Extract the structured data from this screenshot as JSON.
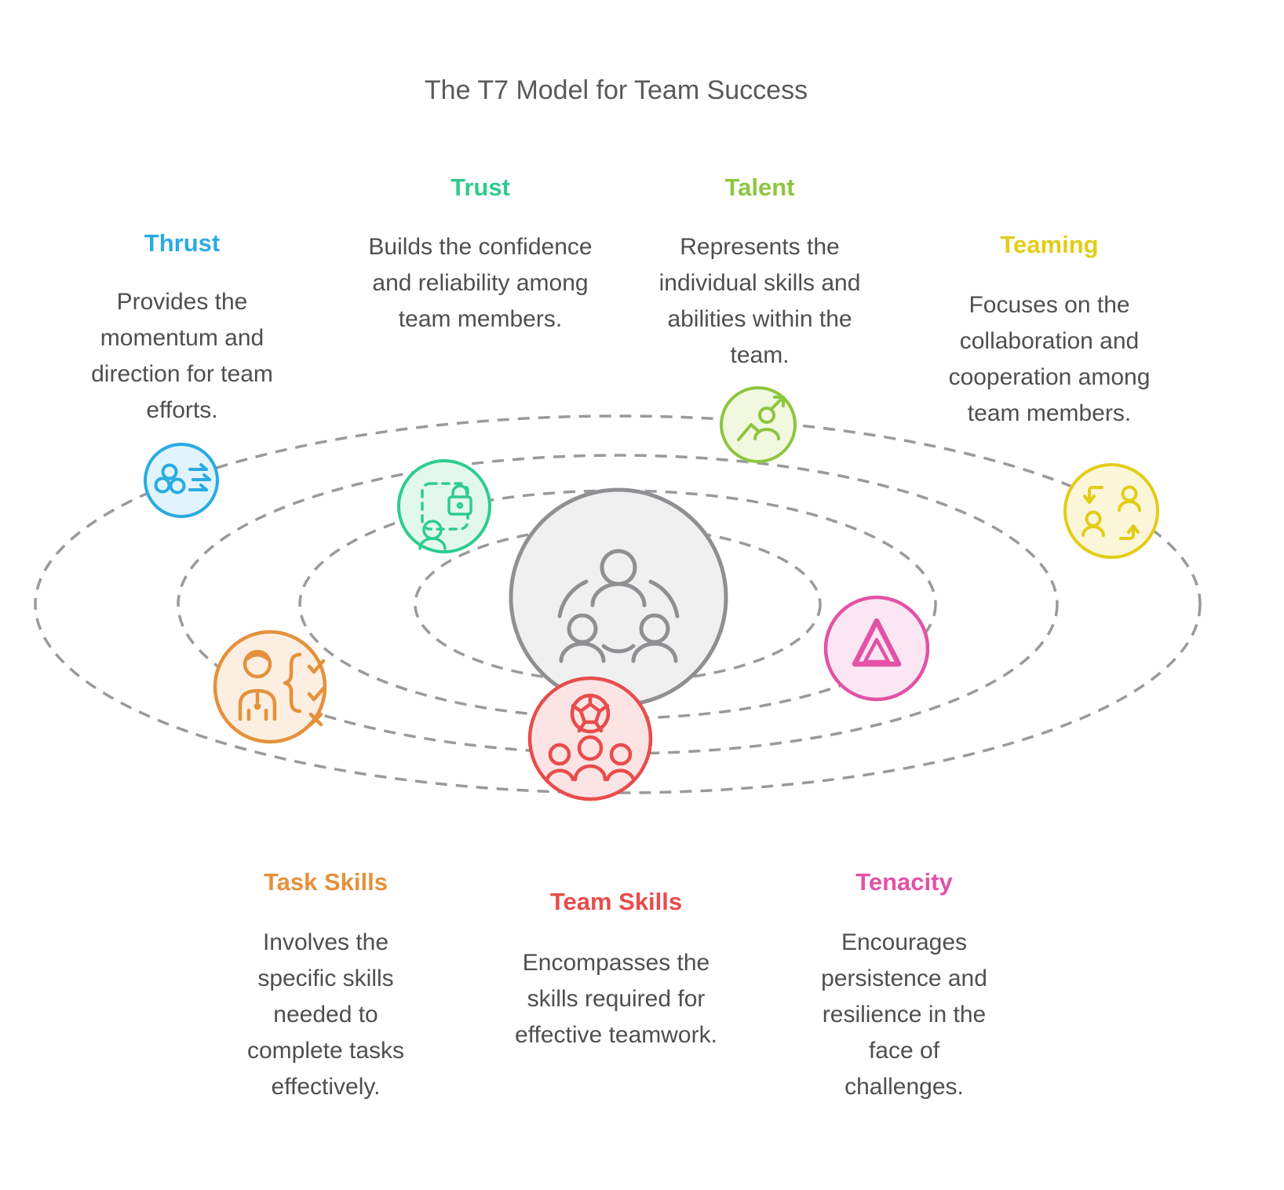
{
  "title": "The T7 Model for Team Success",
  "palette": {
    "orbit": "#9a9a9a",
    "center_stroke": "#8f9093",
    "center_fill": "#f0f0f1",
    "body_text": "#4f4f52",
    "title_text": "#58595b"
  },
  "orbit_count": 4,
  "center": {
    "icon": "team-network-icon"
  },
  "sections": [
    {
      "id": "thrust",
      "label": "Thrust",
      "description": "Provides the momentum and direction for team efforts.",
      "color": "#29abe2",
      "tint": "#e1f3fc",
      "icon": "propeller-speed-icon"
    },
    {
      "id": "trust",
      "label": "Trust",
      "description": "Builds the confidence and reliability among team members.",
      "color": "#2ecc8e",
      "tint": "#e3f8ec",
      "icon": "person-lock-icon"
    },
    {
      "id": "talent",
      "label": "Talent",
      "description": "Represents the individual skills and abilities within the team.",
      "color": "#8cc63f",
      "tint": "#f1f8df",
      "icon": "person-growth-arrow-icon"
    },
    {
      "id": "teaming",
      "label": "Teaming",
      "description": "Focuses on the collaboration and cooperation among team members.",
      "color": "#e2cd16",
      "tint": "#fbf6d8",
      "icon": "people-exchange-icon"
    },
    {
      "id": "task_skills",
      "label": "Task Skills",
      "description": "Involves the specific skills needed to complete tasks effectively.",
      "color": "#e5913c",
      "tint": "#fcefe2",
      "icon": "person-checklist-icon"
    },
    {
      "id": "team_skills",
      "label": "Team Skills",
      "description": "Encompasses the skills required for effective teamwork.",
      "color": "#e84c4c",
      "tint": "#fde4e4",
      "icon": "ball-people-icon"
    },
    {
      "id": "tenacity",
      "label": "Tenacity",
      "description": "Encourages persistence and resilience in the face of challenges.",
      "color": "#e352a6",
      "tint": "#fbe7f4",
      "icon": "knot-triangle-icon"
    }
  ]
}
